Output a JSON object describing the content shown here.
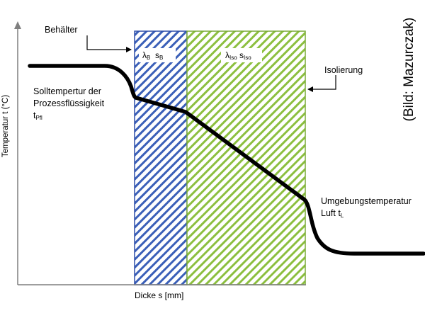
{
  "credit": "(Bild: Mazurczak)",
  "axes": {
    "y_label": "Temperatur t (°C)",
    "x_label": "Dicke s [mm]"
  },
  "layers": {
    "container": {
      "label": "Behälter",
      "symbol_lambda": "λ",
      "symbol_lambda_sub": "B",
      "symbol_s": "s",
      "symbol_s_sub": "B",
      "color": "#3a5fb8"
    },
    "insulation": {
      "label": "Isolierung",
      "symbol_lambda": "λ",
      "symbol_lambda_sub": "Iso",
      "symbol_s": "s",
      "symbol_s_sub": "Iso",
      "color": "#8cbf3f"
    }
  },
  "annotations": {
    "fluid_line1": "Solltempertur der",
    "fluid_line2": "Prozessflüssigkeit",
    "fluid_symbol": "t",
    "fluid_symbol_sub": "Pfl",
    "ambient_line1": "Umgebungstemperatur",
    "ambient_line2": "Luft t",
    "ambient_symbol_sub": "L"
  }
}
